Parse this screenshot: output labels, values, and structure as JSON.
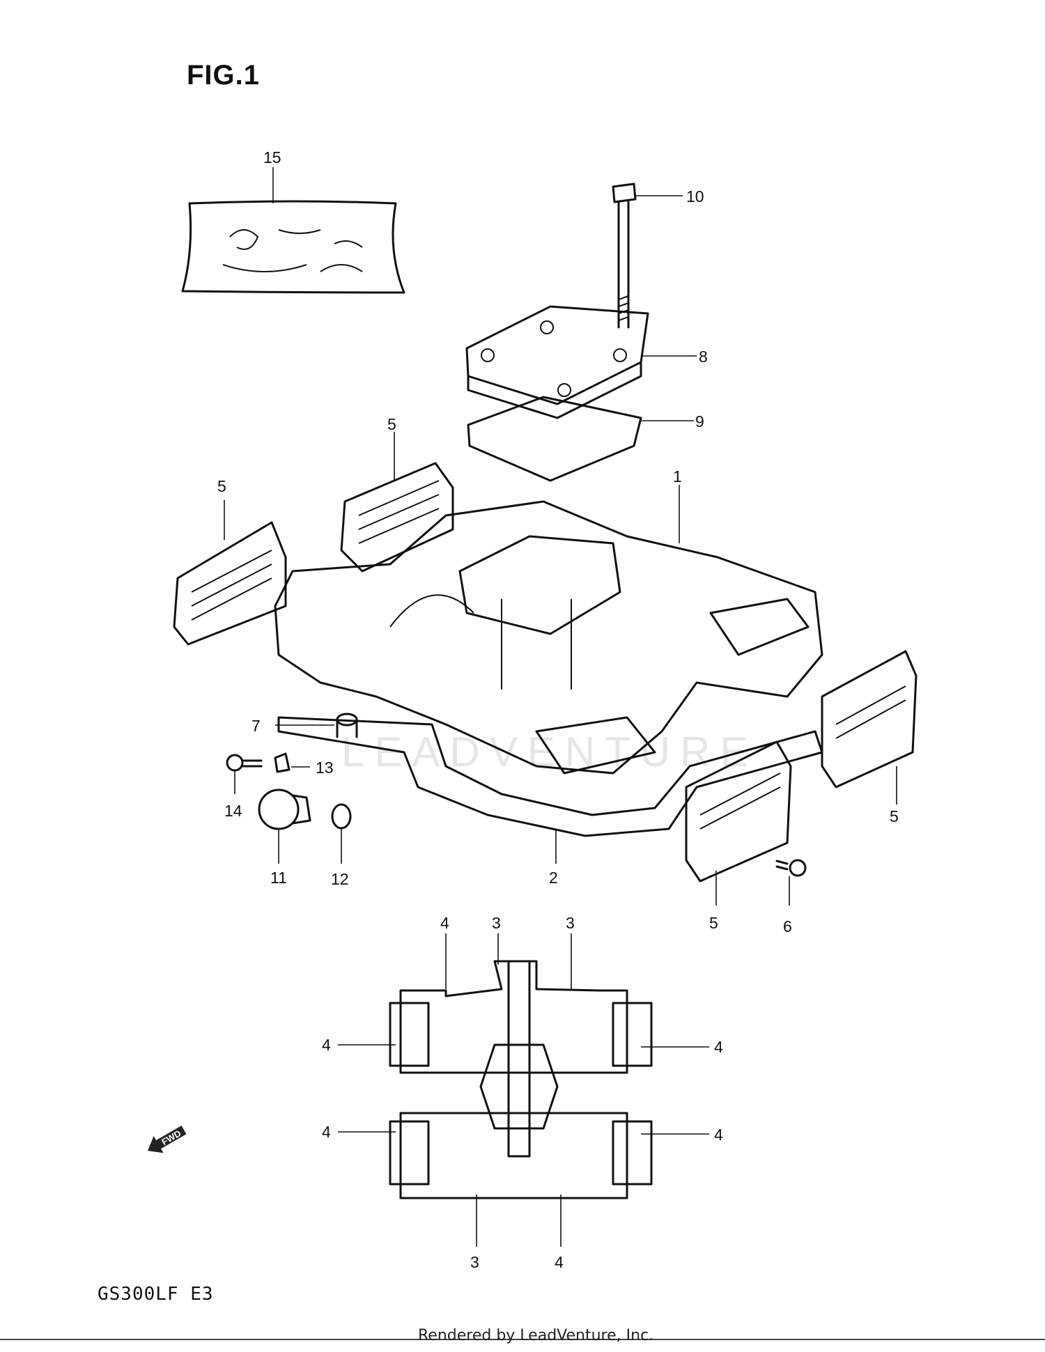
{
  "figure": {
    "title": "FIG.1",
    "model": "GS300LF  E3",
    "footer": "Rendered by LeadVenture, Inc.",
    "watermark": "LEADVENTURE"
  },
  "callouts": {
    "c1": "1",
    "c2": "2",
    "c3a": "3",
    "c3b": "3",
    "c3c": "3",
    "c4a": "4",
    "c4b": "4",
    "c4c": "4",
    "c4d": "4",
    "c4e": "4",
    "c4f": "4",
    "c5a": "5",
    "c5b": "5",
    "c5c": "5",
    "c5d": "5",
    "c6": "6",
    "c7": "7",
    "c8": "8",
    "c9": "9",
    "c10": "10",
    "c11": "11",
    "c12": "12",
    "c13": "13",
    "c14": "14",
    "c15": "15"
  },
  "fwd_label": "FWD",
  "icons": [
    "fwd-arrow-icon"
  ]
}
